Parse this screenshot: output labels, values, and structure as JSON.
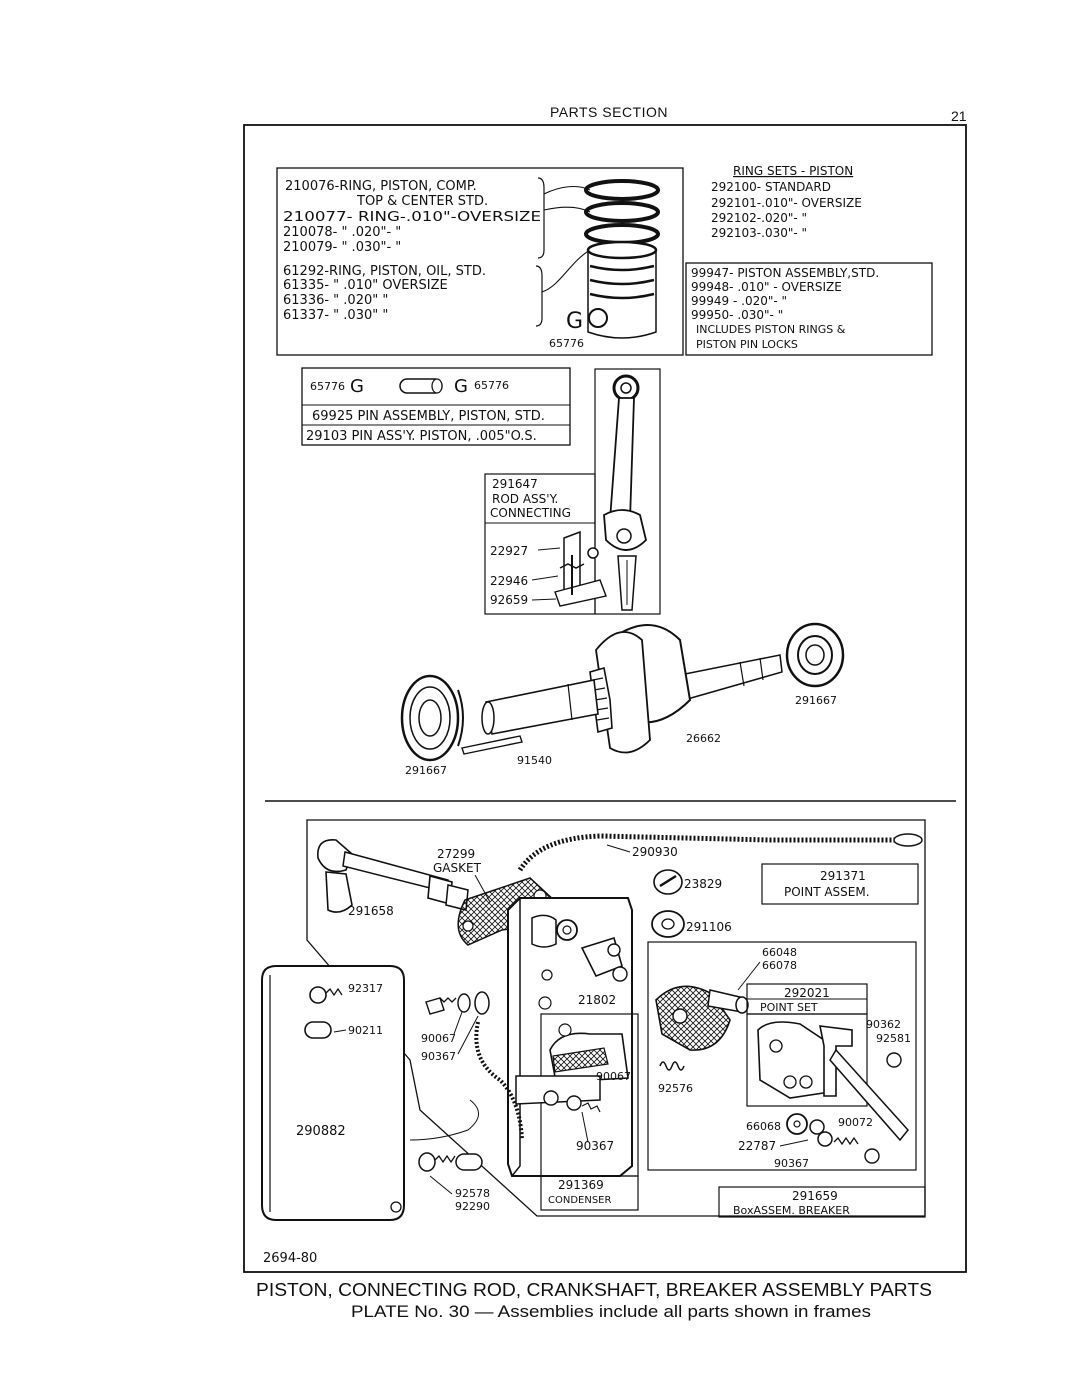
{
  "header": {
    "section": "PARTS SECTION",
    "page_number": "21"
  },
  "piston_rings": {
    "lines": [
      "210076-RING, PISTON, COMP.",
      "TOP & CENTER STD.",
      "210077- RING-.010\"-OVERSIZE",
      "210078-   \"    .020\"-   \"",
      "210079-   \"    .030\"-   \"",
      "61292-RING, PISTON, OIL, STD.",
      "61335-  \" .010\" OVERSIZE",
      "61336-  \" .020\"     \"",
      "61337-  \" .030\"     \""
    ],
    "piston_callout": "65776"
  },
  "ring_sets": {
    "title": "RING SETS - PISTON",
    "lines": [
      "292100- STANDARD",
      "292101-.010\"- OVERSIZE",
      "292102-.020\"-    \"",
      "292103-.030\"-    \""
    ]
  },
  "piston_assembly": {
    "lines": [
      "99947- PISTON ASSEMBLY,STD.",
      "99948- .010\" - OVERSIZE",
      "99949 - .020\"-      \"",
      "99950- .030\"-      \"",
      "INCLUDES PISTON RINGS &",
      "PISTON PIN LOCKS"
    ]
  },
  "pin": {
    "lock_left": "65776",
    "lock_right": "65776",
    "line1": "69925 PIN ASSEMBLY, PISTON, STD.",
    "line2": "29103 PIN ASS'Y. PISTON, .005\"O.S."
  },
  "rod": {
    "label_lines": [
      "291647",
      "ROD ASS'Y.",
      "CONNECTING"
    ],
    "dipper": "22927",
    "lock": "22946",
    "bolt": "92659"
  },
  "crankshaft": {
    "bearing_right": "291667",
    "bearing_left": "291667",
    "shaft": "26662",
    "key": "91540"
  },
  "breaker": {
    "gasket_num": "27299",
    "gasket_label": "GASKET",
    "rod": "291658",
    "wire": "290930",
    "plug": "23829",
    "point_assem_num": "291371",
    "point_assem_label": "POINT ASSEM.",
    "grommet": "291106",
    "spring1": "66048",
    "spring2": "66078",
    "point_set_num": "292021",
    "point_set_label": "POINT SET",
    "screw_a": "90362",
    "screw_b": "92581",
    "cover_screw": "92317",
    "cover_plug": "90211",
    "cover": "290882",
    "terminal1": "90067",
    "terminal2": "90367",
    "cam": "21802",
    "cond_screw1": "90067",
    "cond_screw2": "90367",
    "condenser_num": "291369",
    "condenser_label": "CONDENSER",
    "spring3": "92576",
    "washer": "66068",
    "nut": "90072",
    "screw_c": "22787",
    "screw_d": "90367",
    "lead1": "92578",
    "lead2": "92290",
    "box_num": "291659",
    "box_label": "BoxASSEM. BREAKER"
  },
  "footer": {
    "code": "2694-80",
    "caption1": "PISTON, CONNECTING ROD, CRANKSHAFT, BREAKER ASSEMBLY PARTS",
    "caption2": "PLATE No. 30 — Assemblies include all parts shown in frames"
  }
}
